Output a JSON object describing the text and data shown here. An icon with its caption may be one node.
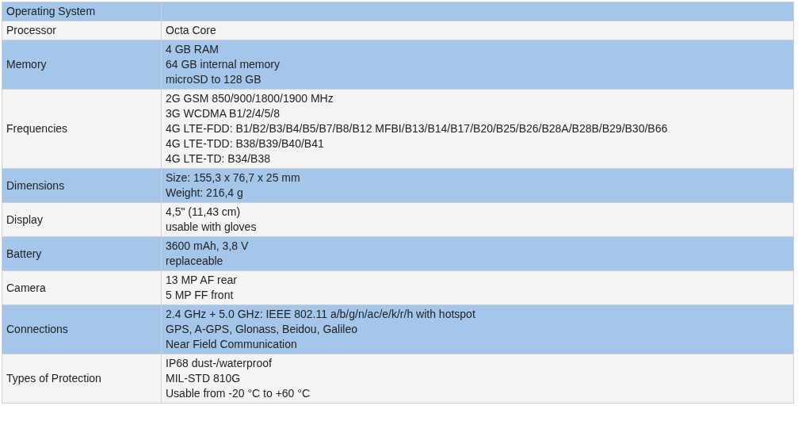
{
  "diagram": {
    "labels": [
      "Operating System",
      "Processor",
      "Octa Core",
      "Memory",
      "4 GB RAM",
      "64 GB internal memory",
      "microSD to 128 GB",
      "Frequencies",
      "2G GSM 850/900/1800/1900 MHz",
      "3G WCDMA B1/2/4/5/8",
      "4G LTE-FDD: B1/B2/B3/B4/B5/B7/B8/B12 MFBI/B13/B14/B17/B20/B25/B26/B28A/B28B/B29/B30/B66",
      "4G LTE-TDD: B38/B39/B40/B41",
      "4G LTE-TD: B34/B38",
      "Dimensions",
      "Size: 155,3 x 76,7 x 25 mm",
      "Weight: 216,4 g",
      "Display",
      "4,5\" (11,43 cm)",
      "usable with gloves",
      "Battery",
      "3600 mAh, 3,8 V",
      "replaceable",
      "Camera",
      "13 MP AF rear",
      "5 MP FF front",
      "Connections",
      "2.4 GHz + 5.0 GHz: IEEE 802.11 a/b/g/n/ac/e/k/r/h with hotspot",
      "GPS, A-GPS, Glonass, Beidou, Galileo",
      "Near Field Communication",
      "Types of Protection",
      "IP68 dust-/waterproof",
      "MIL-STD 810G",
      "Usable from -20 °C to +60 °C"
    ]
  }
}
